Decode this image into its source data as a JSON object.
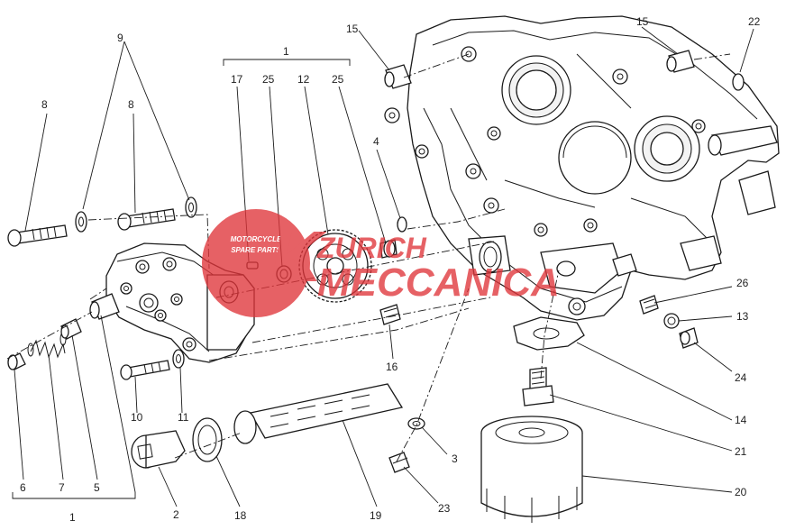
{
  "callouts": {
    "c1_top": "1",
    "c1_bottom": "1",
    "c2": "2",
    "c3": "3",
    "c4": "4",
    "c5": "5",
    "c6": "6",
    "c7": "7",
    "c8_left": "8",
    "c8_right": "8",
    "c9": "9",
    "c10": "10",
    "c11": "11",
    "c12": "12",
    "c13": "13",
    "c14": "14",
    "c15_left": "15",
    "c15_right": "15",
    "c16": "16",
    "c17": "17",
    "c18": "18",
    "c19": "19",
    "c20": "20",
    "c21": "21",
    "c22": "22",
    "c23": "23",
    "c24": "24",
    "c25_left": "25",
    "c25_right": "25",
    "c26": "26"
  },
  "watermark": {
    "line1": "MOTORCYCLE",
    "line2": "SPARE PARTS",
    "brand_top": "ZURICH",
    "brand_bottom": "MECCANICA",
    "color": "#e0353a"
  }
}
